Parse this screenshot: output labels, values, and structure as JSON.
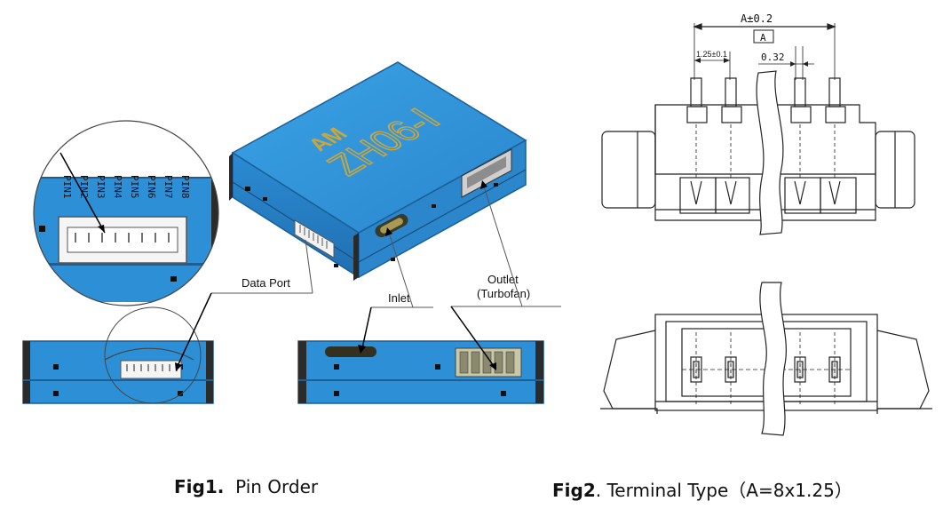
{
  "device": {
    "brand_mark": "AM",
    "model": "ZH06-Ⅰ"
  },
  "pins": [
    "PIN1",
    "PIN2",
    "PIN3",
    "PIN4",
    "PIN5",
    "PIN6",
    "PIN7",
    "PIN8"
  ],
  "callouts": {
    "data_port": "Data Port",
    "inlet": "Inlet",
    "outlet": "Outlet",
    "outlet_sub": "(Turbofan)"
  },
  "drawing": {
    "dim_a": "A±0.2",
    "datum_a": "A",
    "dim_pitch": "1.25±0.1",
    "dim_pin": "0.32"
  },
  "captions": {
    "fig1_label": "Fig1.",
    "fig1_text": "Pin Order",
    "fig2_label": "Fig2",
    "fig2_text": ". Terminal Type（A=8x1.25）"
  },
  "colors": {
    "device_blue": "#2d8fd6",
    "device_dark": "#1f6fb0",
    "gold_text": "#c9a640"
  }
}
